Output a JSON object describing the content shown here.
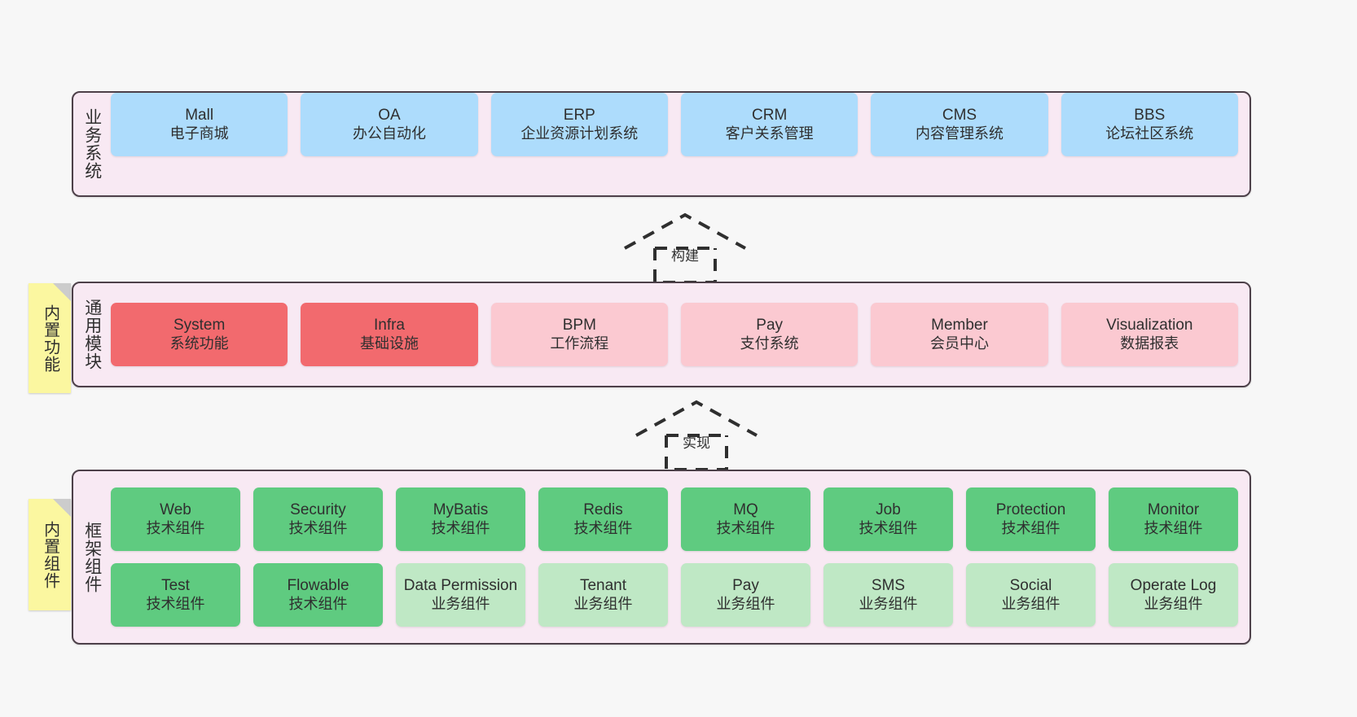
{
  "layers": [
    {
      "id": "business",
      "label": "业务系统",
      "rows": [
        {
          "cards": [
            {
              "t1": "Mall",
              "t2": "电子商城",
              "color": "c-blue"
            },
            {
              "t1": "OA",
              "t2": "办公自动化",
              "color": "c-blue"
            },
            {
              "t1": "ERP",
              "t2": "企业资源计划系统",
              "color": "c-blue"
            },
            {
              "t1": "CRM",
              "t2": "客户关系管理",
              "color": "c-blue"
            },
            {
              "t1": "CMS",
              "t2": "内容管理系统",
              "color": "c-blue"
            },
            {
              "t1": "BBS",
              "t2": "论坛社区系统",
              "color": "c-blue"
            }
          ]
        }
      ]
    },
    {
      "id": "common",
      "label": "通用模块",
      "note": "内置功能",
      "rows": [
        {
          "cards": [
            {
              "t1": "System",
              "t2": "系统功能",
              "color": "c-red"
            },
            {
              "t1": "Infra",
              "t2": "基础设施",
              "color": "c-red"
            },
            {
              "t1": "BPM",
              "t2": "工作流程",
              "color": "c-pink"
            },
            {
              "t1": "Pay",
              "t2": "支付系统",
              "color": "c-pink"
            },
            {
              "t1": "Member",
              "t2": "会员中心",
              "color": "c-pink"
            },
            {
              "t1": "Visualization",
              "t2": "数据报表",
              "color": "c-pink"
            }
          ]
        }
      ]
    },
    {
      "id": "framework",
      "label": "框架组件",
      "note": "内置组件",
      "rows": [
        {
          "cards": [
            {
              "t1": "Web",
              "t2": "技术组件",
              "color": "c-green"
            },
            {
              "t1": "Security",
              "t2": "技术组件",
              "color": "c-green"
            },
            {
              "t1": "MyBatis",
              "t2": "技术组件",
              "color": "c-green"
            },
            {
              "t1": "Redis",
              "t2": "技术组件",
              "color": "c-green"
            },
            {
              "t1": "MQ",
              "t2": "技术组件",
              "color": "c-green"
            },
            {
              "t1": "Job",
              "t2": "技术组件",
              "color": "c-green"
            },
            {
              "t1": "Protection",
              "t2": "技术组件",
              "color": "c-green"
            },
            {
              "t1": "Monitor",
              "t2": "技术组件",
              "color": "c-green"
            }
          ]
        },
        {
          "cards": [
            {
              "t1": "Test",
              "t2": "技术组件",
              "color": "c-green"
            },
            {
              "t1": "Flowable",
              "t2": "技术组件",
              "color": "c-green"
            },
            {
              "t1": "Data Permission",
              "t2": "业务组件",
              "color": "c-lightgreen"
            },
            {
              "t1": "Tenant",
              "t2": "业务组件",
              "color": "c-lightgreen"
            },
            {
              "t1": "Pay",
              "t2": "业务组件",
              "color": "c-lightgreen"
            },
            {
              "t1": "SMS",
              "t2": "业务组件",
              "color": "c-lightgreen"
            },
            {
              "t1": "Social",
              "t2": "业务组件",
              "color": "c-lightgreen"
            },
            {
              "t1": "Operate Log",
              "t2": "业务组件",
              "color": "c-lightgreen"
            }
          ]
        }
      ]
    }
  ],
  "connectors": [
    {
      "id": "build",
      "label": "构建"
    },
    {
      "id": "realize",
      "label": "实现"
    }
  ],
  "colors": {
    "panel_bg": "#f8e9f3",
    "panel_border": "#4d4049",
    "blue": "#addcfc",
    "red": "#f26a6e",
    "pink": "#fbc9d1",
    "green": "#5fcb80",
    "light_green": "#bfe8c5",
    "note_yellow": "#fbf7a0",
    "note_fold": "#cccccc",
    "canvas_bg": "#f7f7f7"
  }
}
